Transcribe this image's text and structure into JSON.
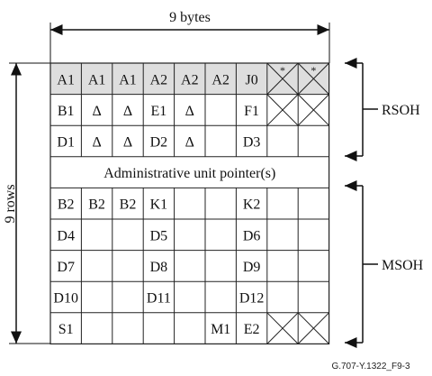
{
  "title_bytes": "9 bytes",
  "rows_label": "9 rows",
  "rsoh_label": "RSOH",
  "msoh_label": "MSOH",
  "aup_label": "Administrative unit pointer(s)",
  "figure_id": "G.707-Y.1322_F9-3",
  "grid": [
    [
      "A1",
      "A1",
      "A1",
      "A2",
      "A2",
      "A2",
      "J0",
      "*",
      "*"
    ],
    [
      "B1",
      "Δ",
      "Δ",
      "E1",
      "Δ",
      "",
      "F1",
      "X",
      "X"
    ],
    [
      "D1",
      "Δ",
      "Δ",
      "D2",
      "Δ",
      "",
      "D3",
      "",
      ""
    ],
    null,
    [
      "B2",
      "B2",
      "B2",
      "K1",
      "",
      "",
      "K2",
      "",
      ""
    ],
    [
      "D4",
      "",
      "",
      "D5",
      "",
      "",
      "D6",
      "",
      ""
    ],
    [
      "D7",
      "",
      "",
      "D8",
      "",
      "",
      "D9",
      "",
      ""
    ],
    [
      "D10",
      "",
      "",
      "D11",
      "",
      "",
      "D12",
      "",
      ""
    ],
    [
      "S1",
      "",
      "",
      "",
      "",
      "M1",
      "E2",
      "X",
      "X"
    ]
  ],
  "colors": {
    "shaded_row": "#dedede",
    "line": "#222222"
  }
}
